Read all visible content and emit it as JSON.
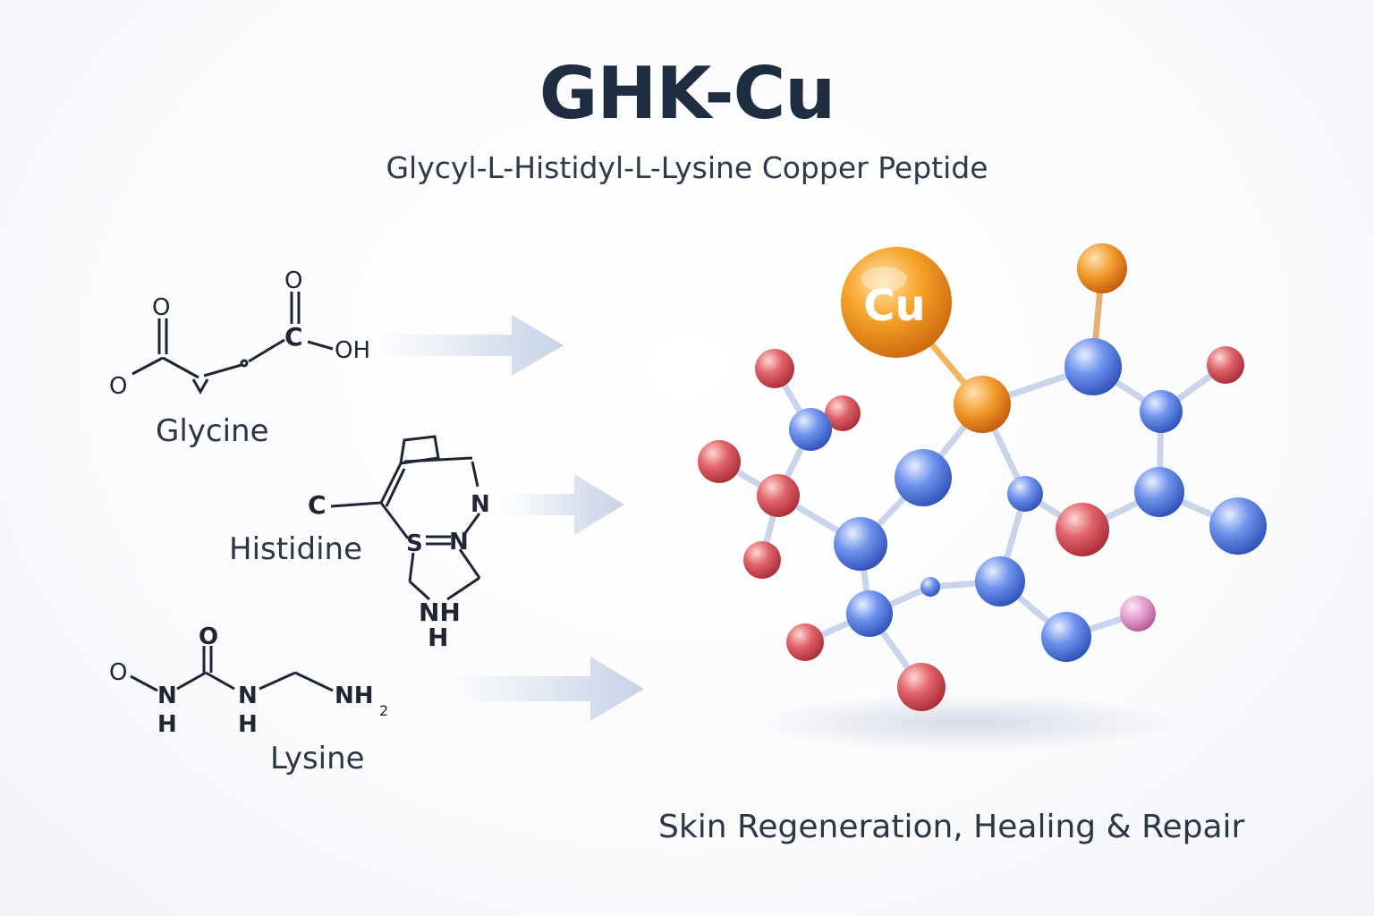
{
  "header": {
    "title": "GHK-Cu",
    "subtitle": "Glycyl-L-Histidyl-L-Lysine Copper Peptide"
  },
  "amino_acids": [
    {
      "name": "Glycine"
    },
    {
      "name": "Histidine"
    },
    {
      "name": "Lysine"
    }
  ],
  "structure_atoms": {
    "glycine": {
      "o_top": "O",
      "o_left": "O",
      "o_right_top": "O",
      "c": "C",
      "oh": "OH"
    },
    "histidine": {
      "c": "C",
      "n_right": "N",
      "s": "S",
      "n_mid": "N",
      "nh": "NH",
      "h": "H"
    },
    "lysine": {
      "o_left": "O",
      "o_top": "O",
      "n1": "N",
      "h1": "H",
      "n2": "N",
      "h2": "H",
      "nh2": "NH",
      "sub2": "2"
    }
  },
  "molecule": {
    "copper_label": "Cu",
    "colors": {
      "copper": "#f08a1c",
      "nitrogen": "#3f6fd6",
      "oxygen": "#d9424a",
      "hydrogen": "#d77ab8"
    }
  },
  "footer": {
    "tagline": "Skin Regeneration, Healing & Repair"
  }
}
